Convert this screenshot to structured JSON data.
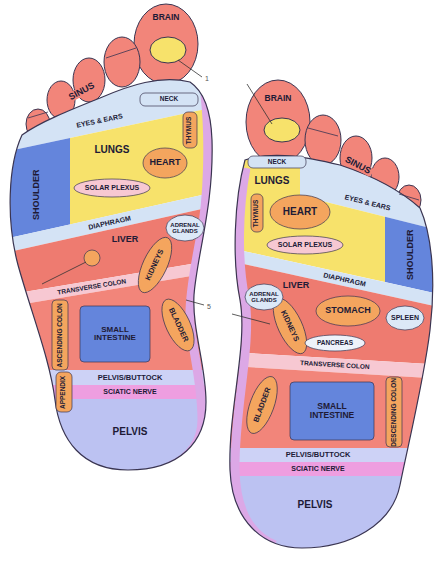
{
  "diagram": {
    "nodes": [
      {
        "text": [
          "BRAIN"
        ]
      },
      {
        "text": [
          "SINUS"
        ]
      },
      {
        "text": [
          "NECK"
        ]
      },
      {
        "text": [
          "EYES & EARS"
        ]
      },
      {
        "text": [
          "LUNGS"
        ]
      },
      {
        "text": [
          "THYMUS"
        ]
      },
      {
        "text": [
          "HEART"
        ]
      },
      {
        "text": [
          "SHOULDER"
        ]
      },
      {
        "text": [
          "SOLAR PLEXUS"
        ]
      },
      {
        "text": [
          "DIAPHRAGM"
        ]
      },
      {
        "text": [
          "LIVER"
        ]
      },
      {
        "text": [
          "ADRENAL GLANDS"
        ]
      },
      {
        "text": [
          "KIDNEYS"
        ]
      },
      {
        "text": [
          "TRANSVERSE COLON"
        ]
      },
      {
        "text": [
          "ASCENDING COLON"
        ]
      },
      {
        "text": [
          "SMALL INTESTINE"
        ]
      },
      {
        "text": [
          "BLADDER"
        ]
      },
      {
        "text": [
          "APPENDIX"
        ]
      },
      {
        "text": [
          "PELVIS/BUTTOCK"
        ]
      },
      {
        "text": [
          "SCIATIC NERVE"
        ]
      },
      {
        "text": [
          "PELVIS"
        ]
      },
      {
        "text": [
          "BRAIN"
        ]
      },
      {
        "text": [
          "SINUS"
        ]
      },
      {
        "text": [
          "NECK"
        ]
      },
      {
        "text": [
          "EYES & EARS"
        ]
      },
      {
        "text": [
          "LUNGS"
        ]
      },
      {
        "text": [
          "THYMUS"
        ]
      },
      {
        "text": [
          "HEART"
        ]
      },
      {
        "text": [
          "SHOULDER"
        ]
      },
      {
        "text": [
          "SOLAR PLEXUS"
        ]
      },
      {
        "text": [
          "DIAPHRAGM"
        ]
      },
      {
        "text": [
          "LIVER"
        ]
      },
      {
        "text": [
          "ADRENAL GLANDS"
        ]
      },
      {
        "text": [
          "STOMACH"
        ]
      },
      {
        "text": [
          "KIDNEYS"
        ]
      },
      {
        "text": [
          "SPLEEN"
        ]
      },
      {
        "text": [
          "PANCREAS"
        ]
      },
      {
        "text": [
          "TRANSVERSE COLON"
        ]
      },
      {
        "text": [
          "BLADDER"
        ]
      },
      {
        "text": [
          "SMALL INTESTINE"
        ]
      },
      {
        "text": [
          "DESCENDING COLON"
        ]
      },
      {
        "text": [
          "PELVIS/BUTTOCK"
        ]
      },
      {
        "text": [
          "SCIATIC NERVE"
        ]
      },
      {
        "text": [
          "PELVIS"
        ]
      }
    ],
    "labels": [
      "1",
      "5"
    ]
  }
}
